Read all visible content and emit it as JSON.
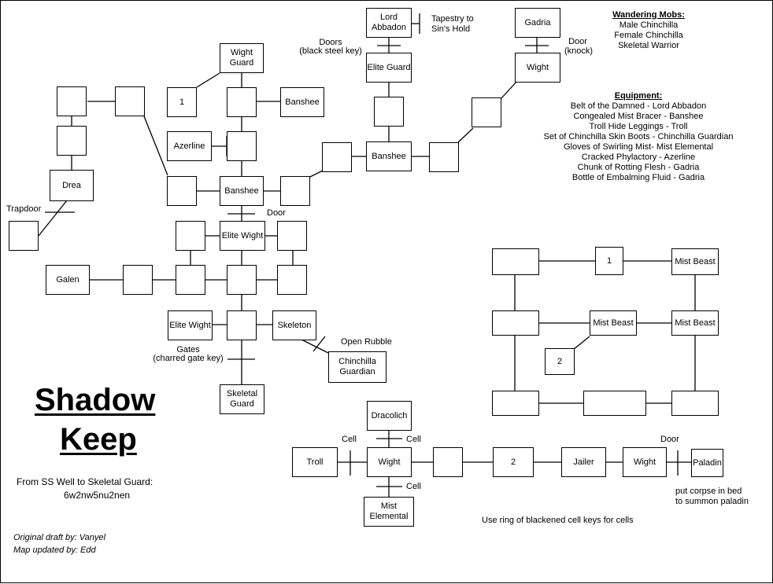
{
  "title": {
    "line1": "Shadow",
    "line2": "Keep"
  },
  "directions": {
    "heading": "From SS Well to Skeletal Guard:",
    "path": "6w2nw5nu2nen"
  },
  "credits": {
    "draft": "Original draft by: Vanyel",
    "updated": "Map updated by: Edd"
  },
  "wandering_mobs": {
    "heading": "Wandering Mobs:",
    "items": [
      "Male Chinchilla",
      "Female Chinchilla",
      "Skeletal Warrior"
    ]
  },
  "equipment": {
    "heading": "Equipment:",
    "items": [
      "Belt of the Damned - Lord Abbadon",
      "Congealed Mist Bracer - Banshee",
      "Troll Hide Leggings - Troll",
      "Set of Chinchilla Skin Boots - Chinchilla Guardian",
      "Gloves of Swirling Mist- Mist Elemental",
      "Cracked Phylactory - Azerline",
      "Chunk of Rotting Flesh - Gadria",
      "Bottle of Embalming Fluid - Gadria"
    ]
  },
  "rooms": {
    "lord_abbadon": "Lord Abbadon",
    "elite_guard": "Elite Guard",
    "gadria": "Gadria",
    "wight_gadria": "Wight",
    "wight_guard": "Wight Guard",
    "one_left": "1",
    "banshee_side": "Banshee",
    "azerline": "Azerline",
    "banshee_center": "Banshee",
    "banshee_east": "Banshee",
    "drea": "Drea",
    "elite_wight_top": "Elite Wight",
    "galen": "Galen",
    "elite_wight_low": "Elite Wight",
    "skeleton": "Skeleton",
    "chinchilla_guardian": "Chinchilla Guardian",
    "skeletal_guard": "Skeletal Guard",
    "one_right": "1",
    "mist_beast_1": "Mist Beast",
    "mist_beast_2": "Mist Beast",
    "mist_beast_3": "Mist Beast",
    "two_right": "2",
    "dracolich": "Dracolich",
    "troll": "Troll",
    "wight_cell": "Wight",
    "two_bottom": "2",
    "jailer": "Jailer",
    "wight_bottom": "Wight",
    "paladin": "Paladin",
    "mist_elemental": "Mist Elemental"
  },
  "labels": {
    "tapestry": "Tapestry to Sin's Hold",
    "doors": "Doors",
    "doors_key": "(black steel key)",
    "door_gadria": "Door",
    "door_gadria_note": "(knock)",
    "door_center": "Door",
    "trapdoor": "Trapdoor",
    "open_rubble": "Open Rubble",
    "gates": "Gates",
    "gates_key": "(charred gate key)",
    "cell_top": "Cell",
    "cell_left": "Cell",
    "cell_bottom": "Cell",
    "door_paladin": "Door",
    "paladin_note_1": "put  corpse in bed",
    "paladin_note_2": "to summon paladin",
    "cell_keys": "Use ring of blackened cell keys  for cells"
  }
}
